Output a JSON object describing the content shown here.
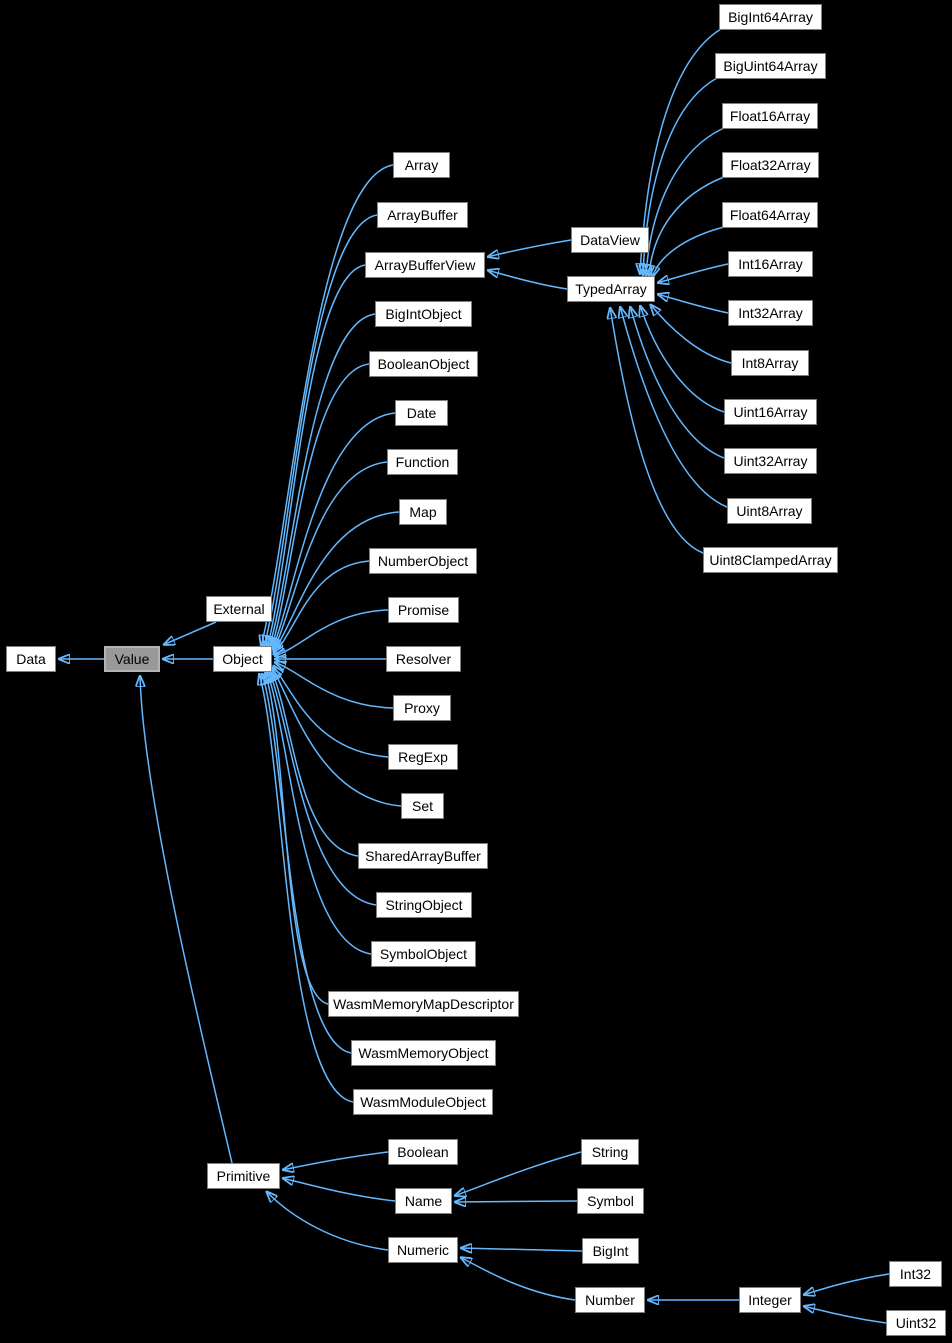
{
  "diagram_type": "class-inheritance-graph",
  "selected_node": "Value",
  "colors": {
    "background": "#000000",
    "edge": "#63b8ff",
    "node_fill": "#ffffff",
    "node_border": "#7f7f7f",
    "node_text": "#000000",
    "selected_fill": "#999999",
    "selected_border": "#b4b4b4"
  },
  "nodes": [
    {
      "id": "Data",
      "label": "Data"
    },
    {
      "id": "Value",
      "label": "Value",
      "selected": true
    },
    {
      "id": "External",
      "label": "External"
    },
    {
      "id": "Object",
      "label": "Object"
    },
    {
      "id": "Primitive",
      "label": "Primitive"
    },
    {
      "id": "Array",
      "label": "Array"
    },
    {
      "id": "ArrayBuffer",
      "label": "ArrayBuffer"
    },
    {
      "id": "ArrayBufferView",
      "label": "ArrayBufferView"
    },
    {
      "id": "BigIntObject",
      "label": "BigIntObject"
    },
    {
      "id": "BooleanObject",
      "label": "BooleanObject"
    },
    {
      "id": "Date",
      "label": "Date"
    },
    {
      "id": "Function",
      "label": "Function"
    },
    {
      "id": "Map",
      "label": "Map"
    },
    {
      "id": "NumberObject",
      "label": "NumberObject"
    },
    {
      "id": "Promise",
      "label": "Promise"
    },
    {
      "id": "Resolver",
      "label": "Resolver"
    },
    {
      "id": "Proxy",
      "label": "Proxy"
    },
    {
      "id": "RegExp",
      "label": "RegExp"
    },
    {
      "id": "Set",
      "label": "Set"
    },
    {
      "id": "SharedArrayBuffer",
      "label": "SharedArrayBuffer"
    },
    {
      "id": "StringObject",
      "label": "StringObject"
    },
    {
      "id": "SymbolObject",
      "label": "SymbolObject"
    },
    {
      "id": "WasmMemoryMapDescriptor",
      "label": "WasmMemoryMapDescriptor"
    },
    {
      "id": "WasmMemoryObject",
      "label": "WasmMemoryObject"
    },
    {
      "id": "WasmModuleObject",
      "label": "WasmModuleObject"
    },
    {
      "id": "DataView",
      "label": "DataView"
    },
    {
      "id": "TypedArray",
      "label": "TypedArray"
    },
    {
      "id": "BigInt64Array",
      "label": "BigInt64Array"
    },
    {
      "id": "BigUint64Array",
      "label": "BigUint64Array"
    },
    {
      "id": "Float16Array",
      "label": "Float16Array"
    },
    {
      "id": "Float32Array",
      "label": "Float32Array"
    },
    {
      "id": "Float64Array",
      "label": "Float64Array"
    },
    {
      "id": "Int16Array",
      "label": "Int16Array"
    },
    {
      "id": "Int32Array",
      "label": "Int32Array"
    },
    {
      "id": "Int8Array",
      "label": "Int8Array"
    },
    {
      "id": "Uint16Array",
      "label": "Uint16Array"
    },
    {
      "id": "Uint32Array",
      "label": "Uint32Array"
    },
    {
      "id": "Uint8Array",
      "label": "Uint8Array"
    },
    {
      "id": "Uint8ClampedArray",
      "label": "Uint8ClampedArray"
    },
    {
      "id": "Boolean",
      "label": "Boolean"
    },
    {
      "id": "Name",
      "label": "Name"
    },
    {
      "id": "Numeric",
      "label": "Numeric"
    },
    {
      "id": "String",
      "label": "String"
    },
    {
      "id": "Symbol",
      "label": "Symbol"
    },
    {
      "id": "BigInt",
      "label": "BigInt"
    },
    {
      "id": "Number",
      "label": "Number"
    },
    {
      "id": "Integer",
      "label": "Integer"
    },
    {
      "id": "Int32",
      "label": "Int32"
    },
    {
      "id": "Uint32",
      "label": "Uint32"
    }
  ],
  "edges": [
    {
      "from": "Value",
      "to": "Data"
    },
    {
      "from": "External",
      "to": "Value"
    },
    {
      "from": "Object",
      "to": "Value"
    },
    {
      "from": "Primitive",
      "to": "Value"
    },
    {
      "from": "Array",
      "to": "Object"
    },
    {
      "from": "ArrayBuffer",
      "to": "Object"
    },
    {
      "from": "ArrayBufferView",
      "to": "Object"
    },
    {
      "from": "BigIntObject",
      "to": "Object"
    },
    {
      "from": "BooleanObject",
      "to": "Object"
    },
    {
      "from": "Date",
      "to": "Object"
    },
    {
      "from": "Function",
      "to": "Object"
    },
    {
      "from": "Map",
      "to": "Object"
    },
    {
      "from": "NumberObject",
      "to": "Object"
    },
    {
      "from": "Promise",
      "to": "Object"
    },
    {
      "from": "Resolver",
      "to": "Object"
    },
    {
      "from": "Proxy",
      "to": "Object"
    },
    {
      "from": "RegExp",
      "to": "Object"
    },
    {
      "from": "Set",
      "to": "Object"
    },
    {
      "from": "SharedArrayBuffer",
      "to": "Object"
    },
    {
      "from": "StringObject",
      "to": "Object"
    },
    {
      "from": "SymbolObject",
      "to": "Object"
    },
    {
      "from": "WasmMemoryMapDescriptor",
      "to": "Object"
    },
    {
      "from": "WasmMemoryObject",
      "to": "Object"
    },
    {
      "from": "WasmModuleObject",
      "to": "Object"
    },
    {
      "from": "DataView",
      "to": "ArrayBufferView"
    },
    {
      "from": "TypedArray",
      "to": "ArrayBufferView"
    },
    {
      "from": "BigInt64Array",
      "to": "TypedArray"
    },
    {
      "from": "BigUint64Array",
      "to": "TypedArray"
    },
    {
      "from": "Float16Array",
      "to": "TypedArray"
    },
    {
      "from": "Float32Array",
      "to": "TypedArray"
    },
    {
      "from": "Float64Array",
      "to": "TypedArray"
    },
    {
      "from": "Int16Array",
      "to": "TypedArray"
    },
    {
      "from": "Int32Array",
      "to": "TypedArray"
    },
    {
      "from": "Int8Array",
      "to": "TypedArray"
    },
    {
      "from": "Uint16Array",
      "to": "TypedArray"
    },
    {
      "from": "Uint32Array",
      "to": "TypedArray"
    },
    {
      "from": "Uint8Array",
      "to": "TypedArray"
    },
    {
      "from": "Uint8ClampedArray",
      "to": "TypedArray"
    },
    {
      "from": "Boolean",
      "to": "Primitive"
    },
    {
      "from": "Name",
      "to": "Primitive"
    },
    {
      "from": "Numeric",
      "to": "Primitive"
    },
    {
      "from": "String",
      "to": "Name"
    },
    {
      "from": "Symbol",
      "to": "Name"
    },
    {
      "from": "BigInt",
      "to": "Numeric"
    },
    {
      "from": "Number",
      "to": "Numeric"
    },
    {
      "from": "Integer",
      "to": "Number"
    },
    {
      "from": "Int32",
      "to": "Integer"
    },
    {
      "from": "Uint32",
      "to": "Integer"
    }
  ]
}
